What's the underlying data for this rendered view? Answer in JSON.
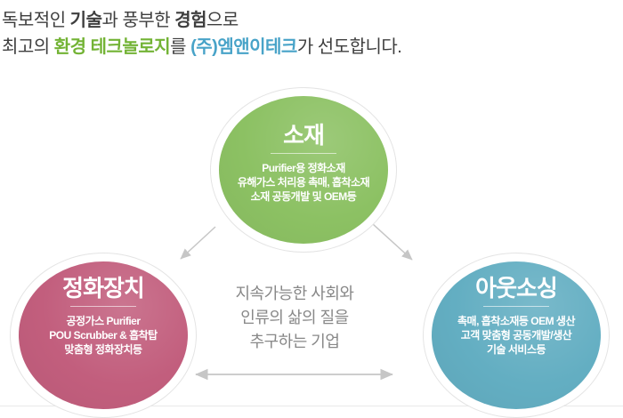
{
  "header": {
    "l1_s1": "독보적인 ",
    "l1_b1": "기술",
    "l1_s2": "과 풍부한 ",
    "l1_b2": "경험",
    "l1_s3": "으로",
    "l2_s1": "최고의 ",
    "l2_green": "환경 테크놀로지",
    "l2_s2": "를 ",
    "l2_blue": "(주)엠앤이테크",
    "l2_s3": "가 선도합니다."
  },
  "circles": {
    "materials": {
      "title": "소재",
      "lines": [
        "Purifier용 정화소재",
        "유해가스 처리용 촉매, 흡착소재",
        "소재 공동개발 및 OEM등"
      ],
      "color": "#8cc163"
    },
    "purification": {
      "title": "정화장치",
      "lines": [
        "공정가스 Purifier",
        "POU Scrubber & 흡착탑",
        "맞춤형 정화장치등"
      ],
      "color": "#c25e7d"
    },
    "outsourcing": {
      "title": "아웃소싱",
      "lines": [
        "촉매, 흡착소재등 OEM 생산",
        "고객 맞춤형 공동개발/생산",
        "기술 서비스등"
      ],
      "color": "#63aec2"
    }
  },
  "center": {
    "line1": "지속가능한 사회와",
    "line2": "인류의 삶의 질을",
    "line3": "추구하는 기업"
  },
  "colors": {
    "header_text": "#3e3e3e",
    "header_green": "#73b335",
    "header_blue": "#48a3c8",
    "center_text": "#888888",
    "arrow": "#c6c6c6",
    "ring_border": "#e4e4e4"
  }
}
